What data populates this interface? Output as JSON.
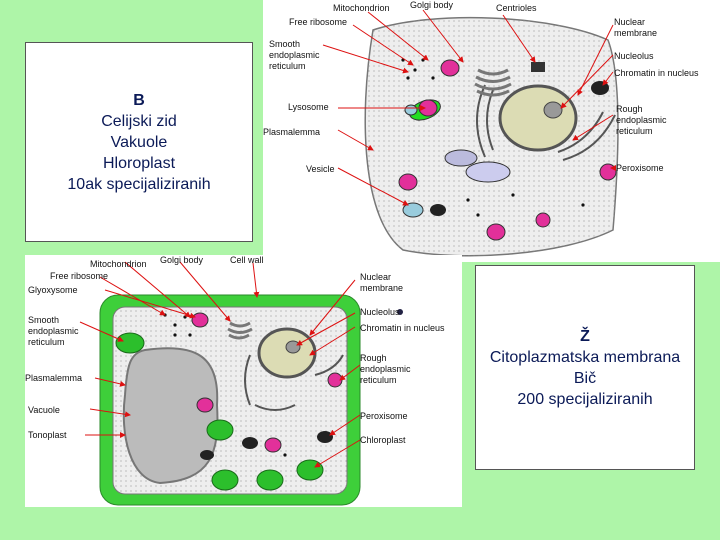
{
  "box_b": {
    "title": "B",
    "lines": [
      "Celijski zid",
      "Vakuole",
      "Hloroplast",
      "10ak specijaliziranih"
    ]
  },
  "box_z": {
    "title": "Ž",
    "lines": [
      "Citoplazmatska membrana",
      "Bič",
      "200 specijaliziranih"
    ]
  },
  "animal_labels": {
    "mitochondrion": "Mitochondrion",
    "golgi": "Golgi body",
    "centrioles": "Centrioles",
    "free_ribosome": "Free ribosome",
    "nuclear_membrane_1": "Nuclear",
    "nuclear_membrane_2": "membrane",
    "smooth_er_1": "Smooth",
    "smooth_er_2": "endoplasmic",
    "smooth_er_3": "reticulum",
    "nucleolus": "Nucleolus",
    "chromatin": "Chromatin in nucleus",
    "lysosome": "Lysosome",
    "rough_er_1": "Rough",
    "rough_er_2": "endoplasmic",
    "rough_er_3": "reticulum",
    "plasmalemma": "Plasmalemma",
    "vesicle": "Vesicle",
    "peroxisome": "Peroxisome"
  },
  "plant_labels": {
    "mitochondrion": "Mitochondrion",
    "golgi": "Golgi body",
    "cell_wall": "Cell wall",
    "free_ribosome": "Free ribosome",
    "glyoxysome": "Glyoxysome",
    "nuclear_membrane_1": "Nuclear",
    "nuclear_membrane_2": "membrane",
    "smooth_er_1": "Smooth",
    "smooth_er_2": "endoplasmic",
    "smooth_er_3": "reticulum",
    "nucleolus": "Nucleolus",
    "chromatin": "Chromatin in nucleus",
    "plasmalemma": "Plasmalemma",
    "rough_er_1": "Rough",
    "rough_er_2": "endoplasmic",
    "rough_er_3": "reticulum",
    "vacuole": "Vacuole",
    "peroxisome": "Peroxisome",
    "tonoplast": "Tonoplast",
    "chloroplast": "Chloroplast"
  }
}
